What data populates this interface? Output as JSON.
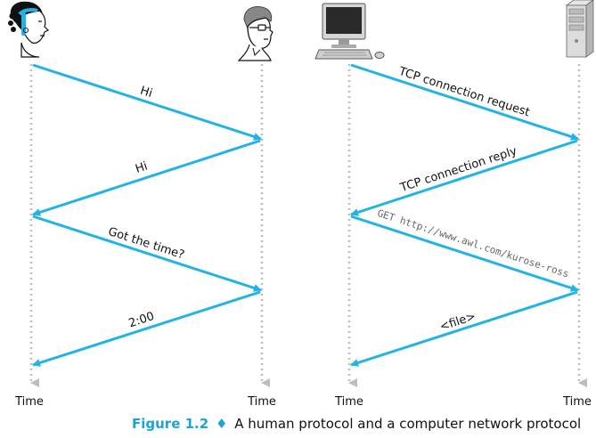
{
  "human_messages": [
    "Hi",
    "Hi",
    "Got the time?",
    "2:00"
  ],
  "network_messages": [
    "TCP connection request",
    "TCP connection reply",
    "GET http://www.awl.com/kurose-ross",
    "<file>"
  ],
  "time_labels": [
    "Time",
    "Time",
    "Time",
    "Time"
  ],
  "caption": {
    "figure": "Figure 1.2",
    "separator": "♦",
    "text": "A human protocol and a computer network protocol"
  },
  "icons": [
    "woman-icon",
    "man-icon",
    "desktop-computer-icon",
    "server-tower-icon"
  ],
  "colors": {
    "arrow": "#22b3e6",
    "timeline": "#bdbdbd",
    "accent": "#1aa3d8"
  }
}
